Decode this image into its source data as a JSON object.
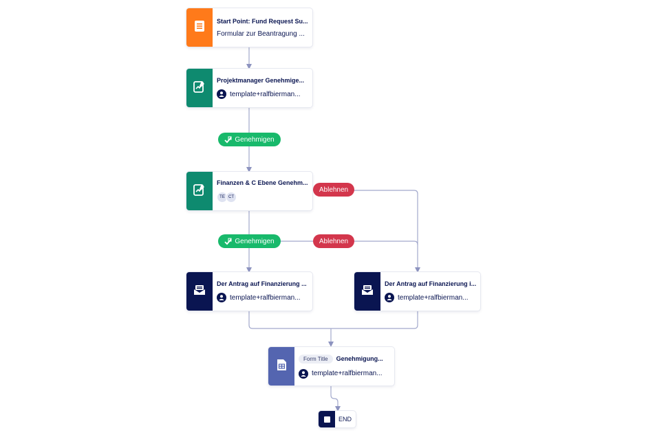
{
  "colors": {
    "start": "#ff7a1a",
    "approval": "#0e8a6f",
    "email": "#0a1551",
    "form": "#5465b0",
    "approve_pill": "#18b96b",
    "reject_pill": "#d3364c",
    "connector": "#a2a8cc"
  },
  "nodes": {
    "start": {
      "icon": "document-icon",
      "title": "Start Point: Fund Request Su...",
      "subtitle": "Formular zur Beantragung ..."
    },
    "pm_approval": {
      "icon": "approval-signature-icon",
      "title": "Projektmanager Genehmige...",
      "assignee": "template+ralfbierman..."
    },
    "finance_approval": {
      "icon": "approval-signature-icon",
      "title": "Finanzen & C Ebene Genehm...",
      "chips": [
        "TE",
        "CT"
      ]
    },
    "email_approved": {
      "icon": "email-icon",
      "title": "Der Antrag auf Finanzierung ...",
      "assignee": "template+ralfbierman..."
    },
    "email_rejected": {
      "icon": "email-icon",
      "title": "Der Antrag auf Finanzierung i...",
      "assignee": "template+ralfbierman..."
    },
    "form": {
      "icon": "form-table-icon",
      "chip": "Form Title",
      "title": "Genehmigung...",
      "assignee": "template+ralfbierman..."
    }
  },
  "pills": {
    "approve_1": "Genehmigen",
    "reject_1": "Ablehnen",
    "approve_2": "Genehmigen",
    "reject_2": "Ablehnen"
  },
  "end": {
    "label": "END",
    "icon": "stop-icon"
  }
}
